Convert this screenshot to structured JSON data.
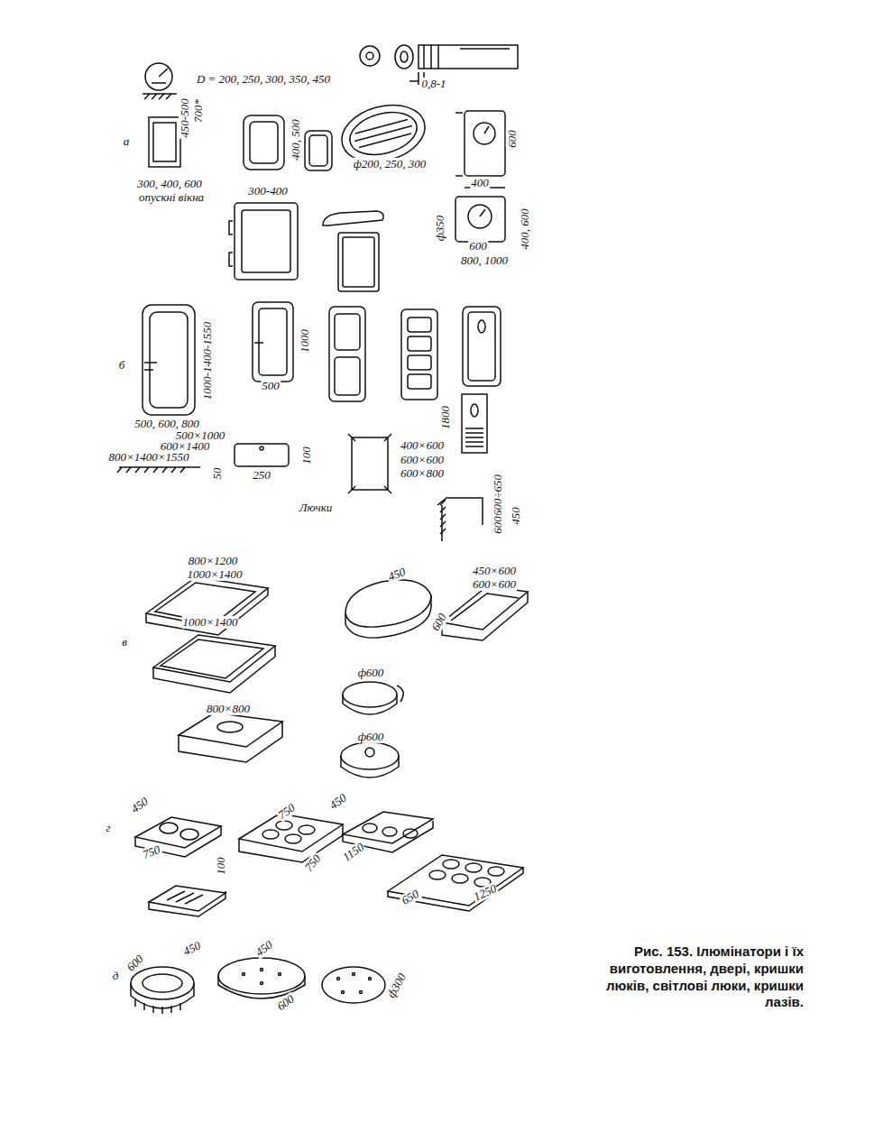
{
  "diagram": {
    "caption": "Рис. 153. Ілюмінатори і їх виготовлення, двері, кришки люків, світлові люки, кришки лазів.",
    "labels": [
      "D = 200, 250, 300, 350, 450",
      "0,8-1",
      "а",
      "450-500",
      "700*",
      "300, 400, 600",
      "опускні вікна",
      "400, 500",
      "300-400",
      "ф200, 250, 300",
      "600",
      "400",
      "ф350",
      "400, 600",
      "600",
      "800, 1000",
      "б",
      "1000-1400-1550",
      "500, 600, 800",
      "1000",
      "500",
      "500×1000",
      "600×1400",
      "800×1400×1550",
      "50",
      "250",
      "100",
      "Лючки",
      "400×600",
      "600×600",
      "600×800",
      "1800",
      "600÷650",
      "600",
      "450",
      "в",
      "800×1200",
      "1000×1400",
      "1000×1400",
      "800×800",
      "450",
      "600",
      "450×600",
      "600×600",
      "ф600",
      "ф600",
      "г",
      "450",
      "750",
      "100",
      "750",
      "750",
      "450",
      "1150",
      "1250",
      "650",
      "д",
      "600",
      "450",
      "450",
      "600",
      "ф300"
    ]
  }
}
